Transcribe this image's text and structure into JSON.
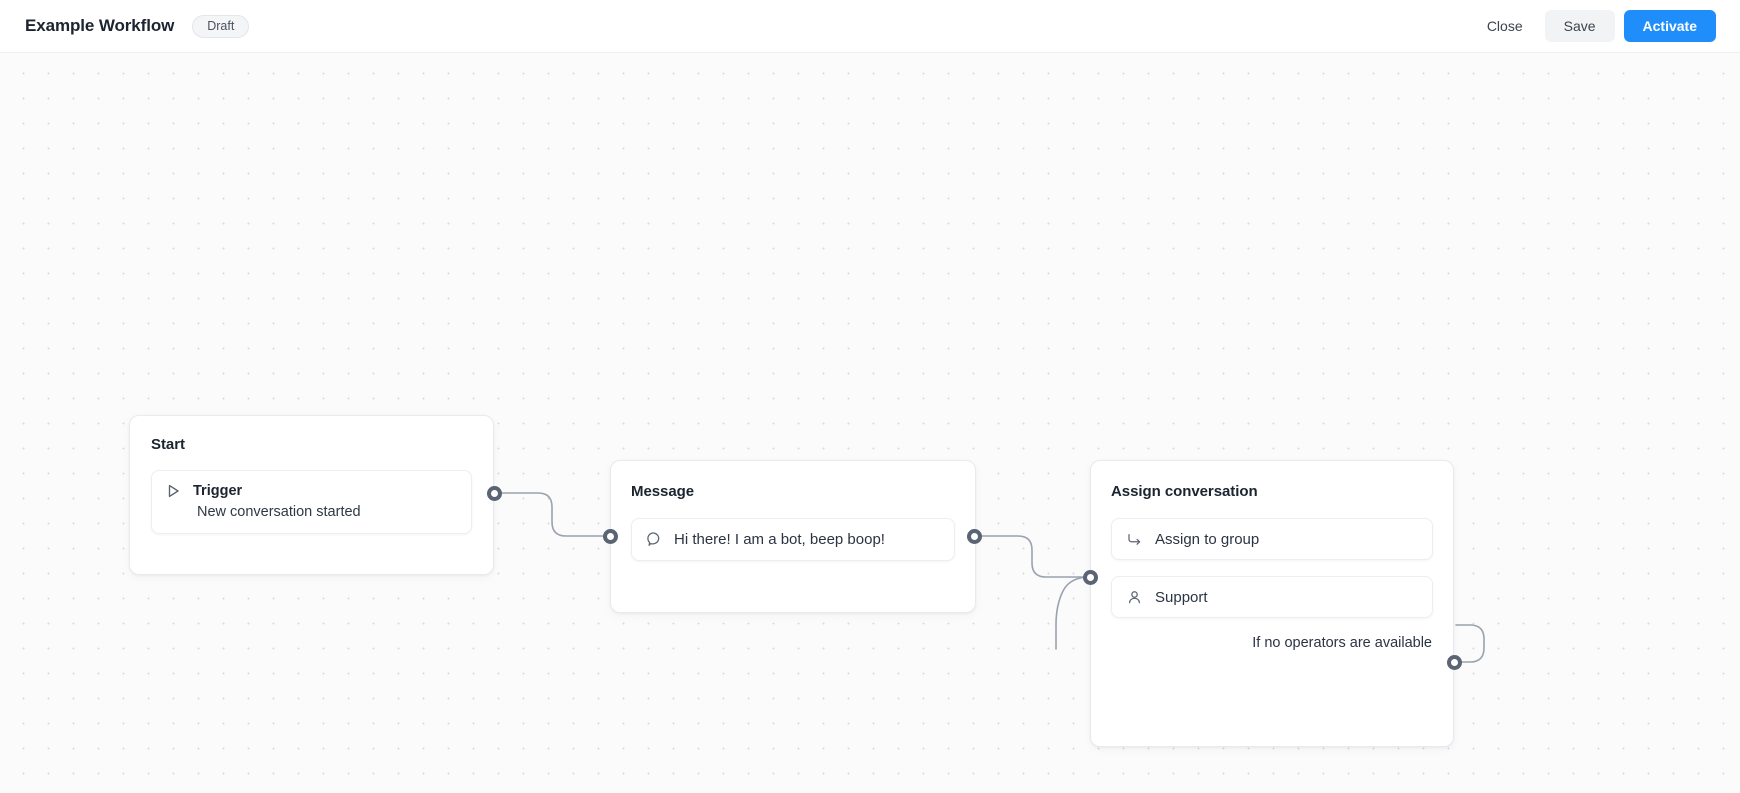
{
  "header": {
    "title": "Example Workflow",
    "status_badge": "Draft",
    "close_label": "Close",
    "save_label": "Save",
    "activate_label": "Activate",
    "accent_color": "#1f8efa",
    "save_bg_color": "#f2f3f5"
  },
  "canvas": {
    "background_color": "#fbfbfc",
    "dot_color": "#d8dae0",
    "dot_spacing": 25,
    "edge_color": "#9aa2af",
    "port_color": "#5a6472"
  },
  "nodes": {
    "start": {
      "title": "Start",
      "trigger_label": "Trigger",
      "trigger_icon": "play-triangle-icon",
      "trigger_description": "New conversation started"
    },
    "message": {
      "title": "Message",
      "text_icon": "chat-bubble-icon",
      "text": "Hi there! I am a bot, beep boop!"
    },
    "assign": {
      "title": "Assign conversation",
      "assign_to_group_icon": "arrow-turn-right-icon",
      "assign_to_group_label": "Assign to group",
      "group_icon": "person-icon",
      "group_label": "Support",
      "fallback_label": "If no operators are available"
    }
  }
}
